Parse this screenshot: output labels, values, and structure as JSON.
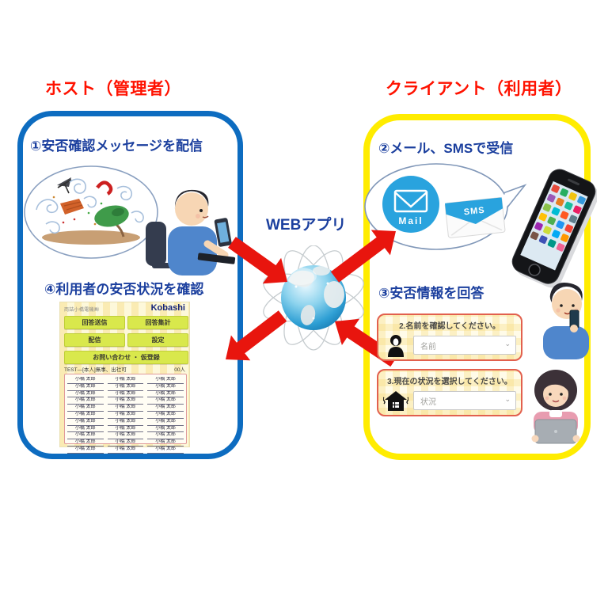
{
  "colors": {
    "title_red": "#ff1200",
    "heading_blue": "#1b3f9e",
    "host_border": "#0d6cc0",
    "client_border": "#ffec00",
    "arrow_red": "#e8150e",
    "button_green": "#d9e84c"
  },
  "center": {
    "web_app_label": "WEBアプリ"
  },
  "host": {
    "title": "ホスト（管理者）",
    "step1_label": "①安否確認メッセージを配信",
    "step4_label": "④利用者の安否状況を確認",
    "app": {
      "company_name": "両詰小橋電機㈱",
      "logo": "Kobashi",
      "buttons": [
        "回答送信",
        "回答集計",
        "配信",
        "設定",
        "お問い合わせ ・ 仮登録"
      ],
      "status_line": "TEST—[本人]無事、出社可",
      "member_count": "00人",
      "members": [
        "小橋 太郎",
        "小橋 太郎",
        "小橋 太郎",
        "小橋 太郎",
        "小橋 太郎",
        "小橋 太郎",
        "小橋 太郎",
        "小橋 太郎",
        "小橋 太郎",
        "小橋 太郎",
        "小橋 太郎",
        "小橋 太郎",
        "小橋 太郎",
        "小橋 太郎",
        "小橋 太郎",
        "小橋 太郎",
        "小橋 太郎",
        "小橋 太郎",
        "小橋 太郎",
        "小橋 太郎",
        "小橋 太郎",
        "小橋 太郎",
        "小橋 太郎",
        "小橋 太郎",
        "小橋 太郎",
        "小橋 太郎",
        "小橋 太郎",
        "小橋 太郎",
        "小橋 太郎",
        "小橋 太郎",
        "小橋 太郎",
        "小橋 太郎",
        "小橋 太郎"
      ]
    }
  },
  "client": {
    "title": "クライアント（利用者）",
    "step2_label": "②メール、SMSで受信",
    "mail_label": "Mail",
    "sms_label": "SMS",
    "step3_label": "③安否情報を回答",
    "form_name": {
      "title": "2.名前を確認してください。",
      "value": "名前"
    },
    "form_status": {
      "title": "3.現在の状況を選択してください。",
      "value": "状況"
    }
  }
}
